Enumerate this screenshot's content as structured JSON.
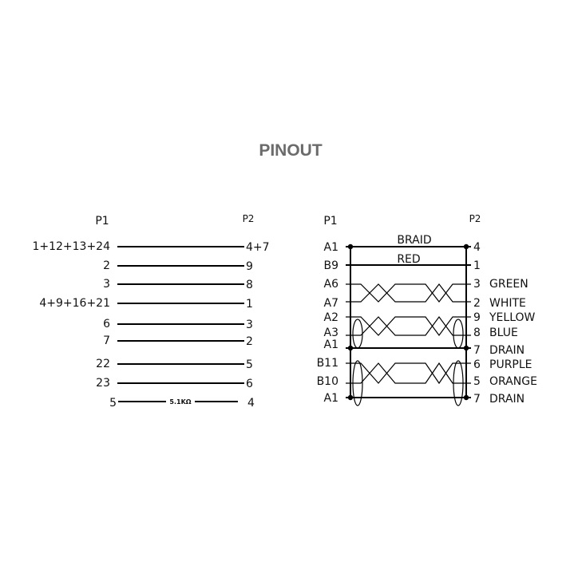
{
  "title": "PINOUT",
  "left": {
    "p1_label": "P1",
    "p2_label": "P2",
    "rows": [
      {
        "p1": "1+12+13+24",
        "p2": "4+7"
      },
      {
        "p1": "2",
        "p2": "9"
      },
      {
        "p1": "3",
        "p2": "8"
      },
      {
        "p1": "4+9+16+21",
        "p2": "1"
      },
      {
        "p1": "6",
        "p2": "3"
      },
      {
        "p1": "7",
        "p2": "2"
      },
      {
        "p1": "22",
        "p2": "5"
      },
      {
        "p1": "23",
        "p2": "6"
      }
    ],
    "resistor": {
      "p1": "5",
      "p2": "4",
      "value": "5.1KΩ"
    }
  },
  "right": {
    "p1_label": "P1",
    "p2_label": "P2",
    "rows": [
      {
        "p1": "A1",
        "p2": "4",
        "wire": "BRAID"
      },
      {
        "p1": "B9",
        "p2": "1",
        "wire": "RED"
      },
      {
        "p1": "A6",
        "p2": "3",
        "color": "GREEN"
      },
      {
        "p1": "A7",
        "p2": "2",
        "color": "WHITE"
      },
      {
        "p1": "A2",
        "p2": "9",
        "color": "YELLOW"
      },
      {
        "p1": "A3",
        "p2": "8",
        "color": "BLUE"
      },
      {
        "p1": "A1",
        "p2": "7",
        "color": "DRAIN"
      },
      {
        "p1": "B11",
        "p2": "6",
        "color": "PURPLE"
      },
      {
        "p1": "B10",
        "p2": "5",
        "color": "ORANGE"
      },
      {
        "p1": "A1",
        "p2": "7",
        "color": "DRAIN"
      }
    ]
  }
}
